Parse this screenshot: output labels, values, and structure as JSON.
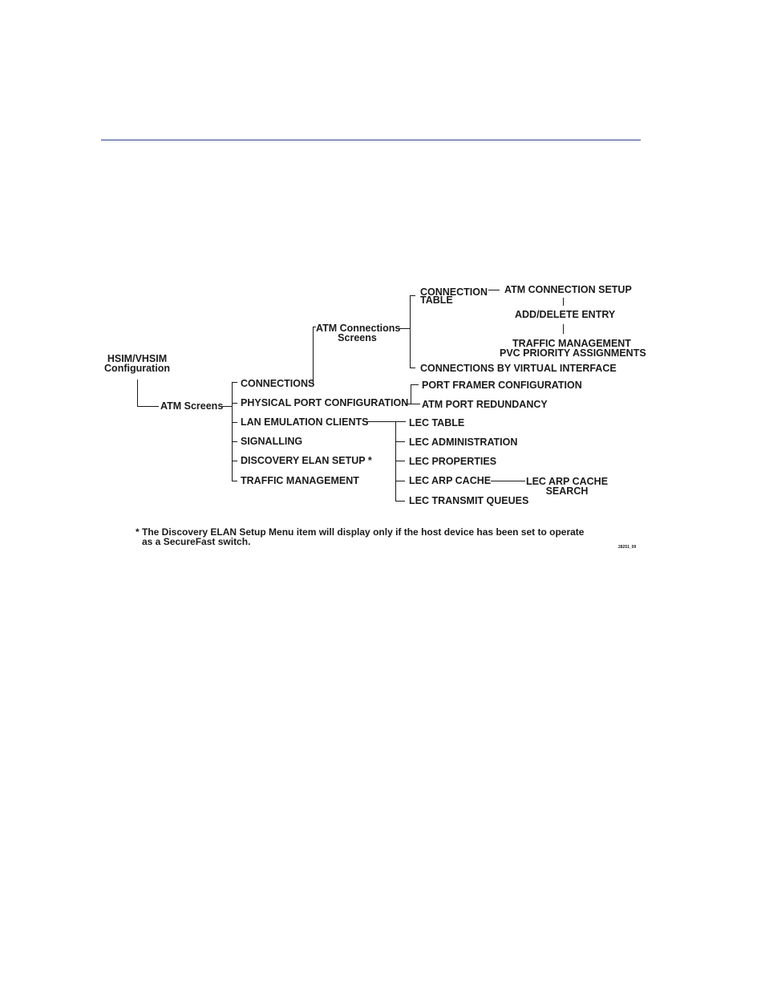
{
  "diagram": {
    "root": [
      "HSIM/VHSIM",
      "Configuration"
    ],
    "atm_screens": "ATM Screens",
    "atm_connections_screens": [
      "ATM Connections",
      "Screens"
    ],
    "connection_table": [
      "CONNECTION",
      "TABLE"
    ],
    "atm_connection_setup": "ATM CONNECTION SETUP",
    "add_delete_entry": "ADD/DELETE ENTRY",
    "traffic_management_pvc": [
      "TRAFFIC MANAGEMENT",
      "PVC PRIORITY ASSIGNMENTS"
    ],
    "connections_by_vi": "CONNECTIONS BY VIRTUAL INTERFACE",
    "menu": {
      "connections": "CONNECTIONS",
      "physical_port_configuration": "PHYSICAL PORT CONFIGURATION",
      "lan_emulation_clients": "LAN EMULATION CLIENTS",
      "signalling": "SIGNALLING",
      "discovery_elan_setup": "DISCOVERY ELAN SETUP *",
      "traffic_management": "TRAFFIC MANAGEMENT"
    },
    "port_framer_configuration": "PORT FRAMER CONFIGURATION",
    "atm_port_redundancy": "ATM PORT REDUNDANCY",
    "lec": {
      "table": "LEC TABLE",
      "administration": "LEC ADMINISTRATION",
      "properties": "LEC PROPERTIES",
      "arp_cache": "LEC ARP CACHE",
      "transmit_queues": "LEC TRANSMIT QUEUES"
    },
    "lec_arp_cache_search": [
      "LEC ARP CACHE",
      "SEARCH"
    ]
  },
  "footnote": [
    "* The Discovery ELAN Setup Menu item will display only if the host device has been set to operate",
    "as a SecureFast switch."
  ],
  "figure_code": "28251_09",
  "colors": {
    "rule": "#2b3f8f",
    "text": "#1a1a1a"
  }
}
